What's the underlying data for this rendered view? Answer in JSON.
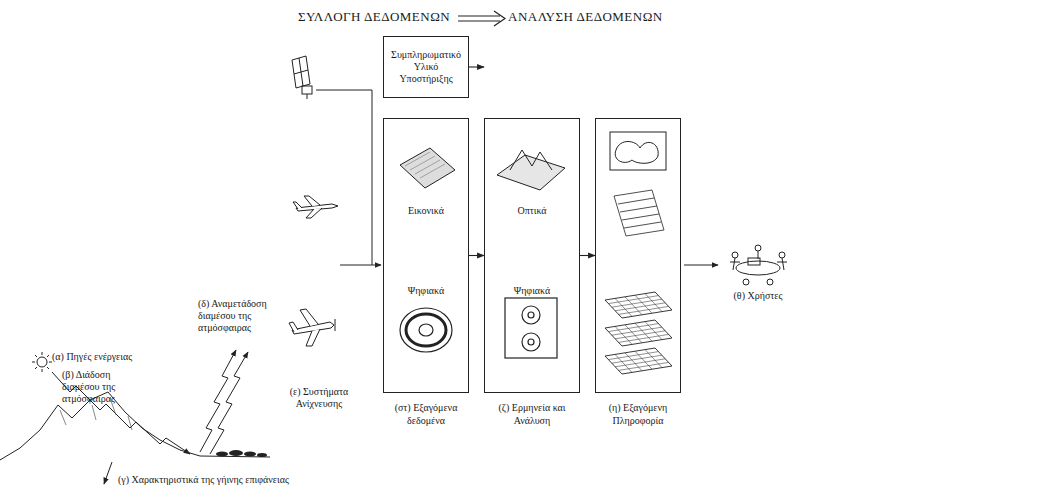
{
  "diagram": {
    "title": "ΣΥΛΛΟΓΗ ΔΕΔΟΜΕΝΩΝ",
    "nodes": [
      {
        "text": [
          "Συμπληρωματικό Υλικό Υποστήριξης"
        ]
      },
      {
        "text": [
          "Εικονικά",
          "Ψηφιακά",
          "(στ) Εξαγόμενα δεδομένα"
        ]
      },
      {
        "text": [
          "Οπτικά",
          "Ψηφιακά",
          "(ζ) Ερμηνεία και Ανάλυση"
        ]
      },
      {
        "text": [
          "(η) Εξαγόμενη Πληροφορία"
        ]
      }
    ],
    "edges": [
      {
        "from": 0,
        "to": 2,
        "arrow": "to"
      },
      {
        "from": 1,
        "to": 2,
        "arrow": "to"
      },
      {
        "from": 2,
        "to": 3,
        "arrow": "to"
      }
    ],
    "labels": [
      "ΑΝΑΛΥΣΗ ΔΕΔΟΜΕΝΩΝ",
      "(α) Πηγές ενέργειας",
      "(β) Διάδοση διαμέσου της ατμόσφαιρας",
      "(δ) Αναμετάδοση διαμέσου της ατμόσφαιρας",
      "(γ) Χαρακτηριστικά της γήινης επιφάνειας",
      "(ε) Συστήματα Ανίχνευσης",
      "(θ) Χρήστες"
    ]
  }
}
